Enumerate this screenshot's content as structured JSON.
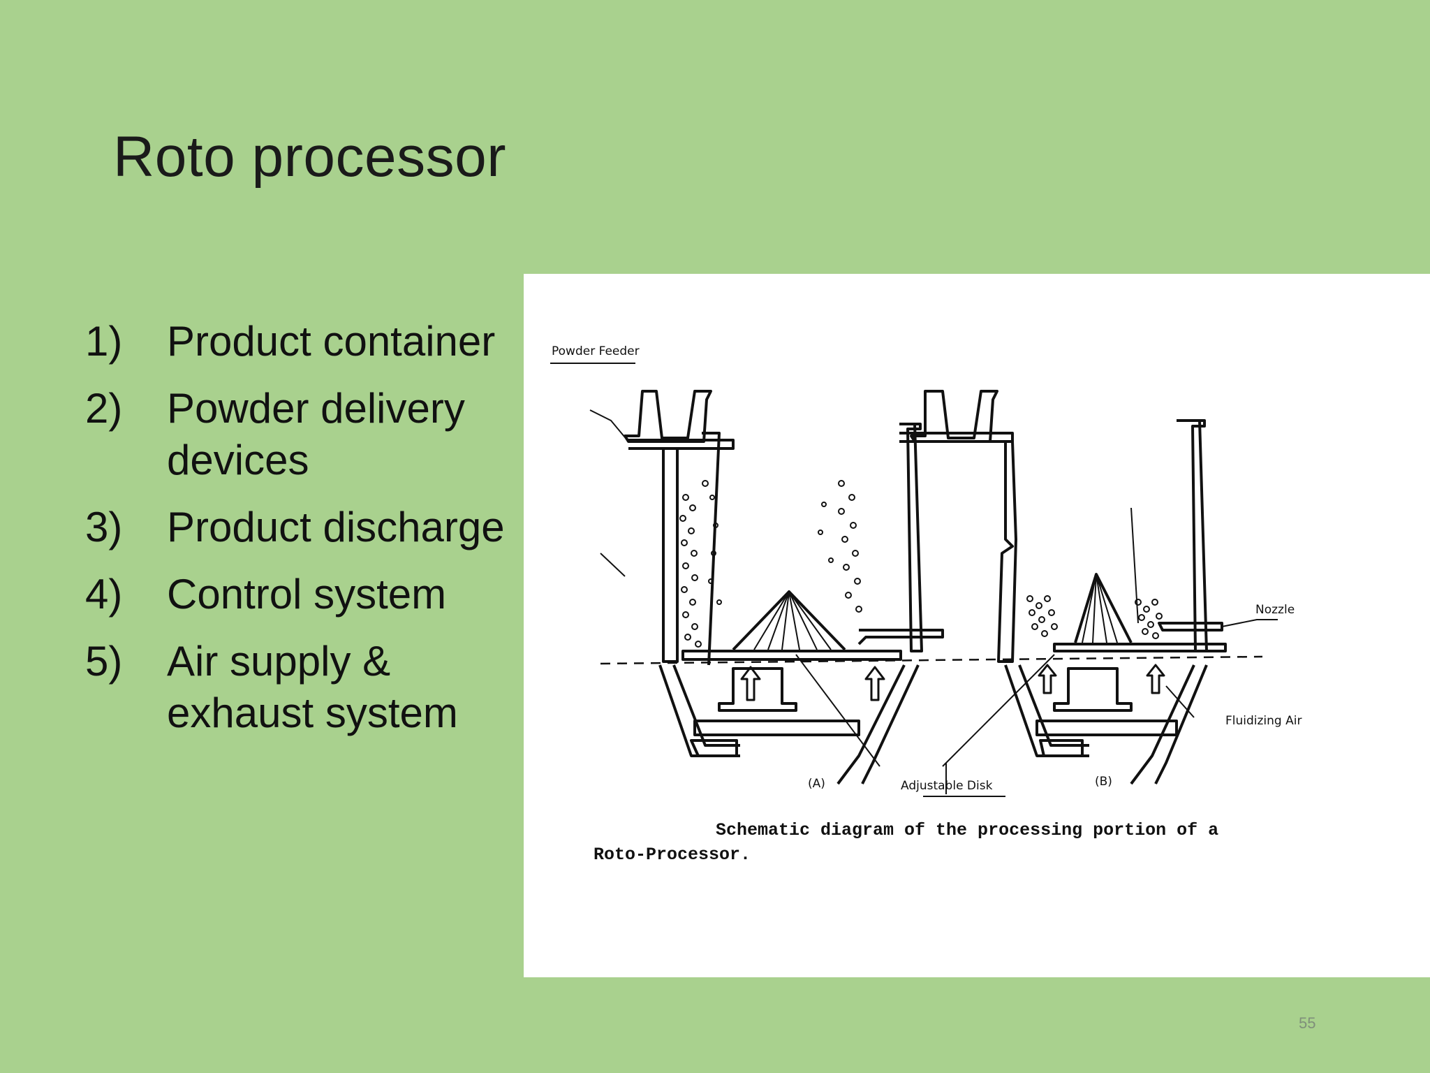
{
  "slide": {
    "title": "Roto processor",
    "items": [
      {
        "num": "1)",
        "text": "Product container"
      },
      {
        "num": "2)",
        "text": "Powder delivery devices"
      },
      {
        "num": "3)",
        "text": "Product discharge"
      },
      {
        "num": "4)",
        "text": "Control system"
      },
      {
        "num": "5)",
        "text": "Air supply & exhaust system"
      }
    ],
    "page_number": "55"
  },
  "figure": {
    "labels": {
      "powder_feeder": "Powder Feeder",
      "nozzle": "Nozzle",
      "fluidizing_air": "Fluidizing Air",
      "adjustable_disk": "Adjustable Disk",
      "part_a": "(A)",
      "part_b": "(B)"
    },
    "caption_line1": "Schematic diagram of the processing portion of a",
    "caption_line2": "Roto-Processor."
  },
  "colors": {
    "background": "#a9d18e",
    "figure_background": "#ffffff"
  }
}
